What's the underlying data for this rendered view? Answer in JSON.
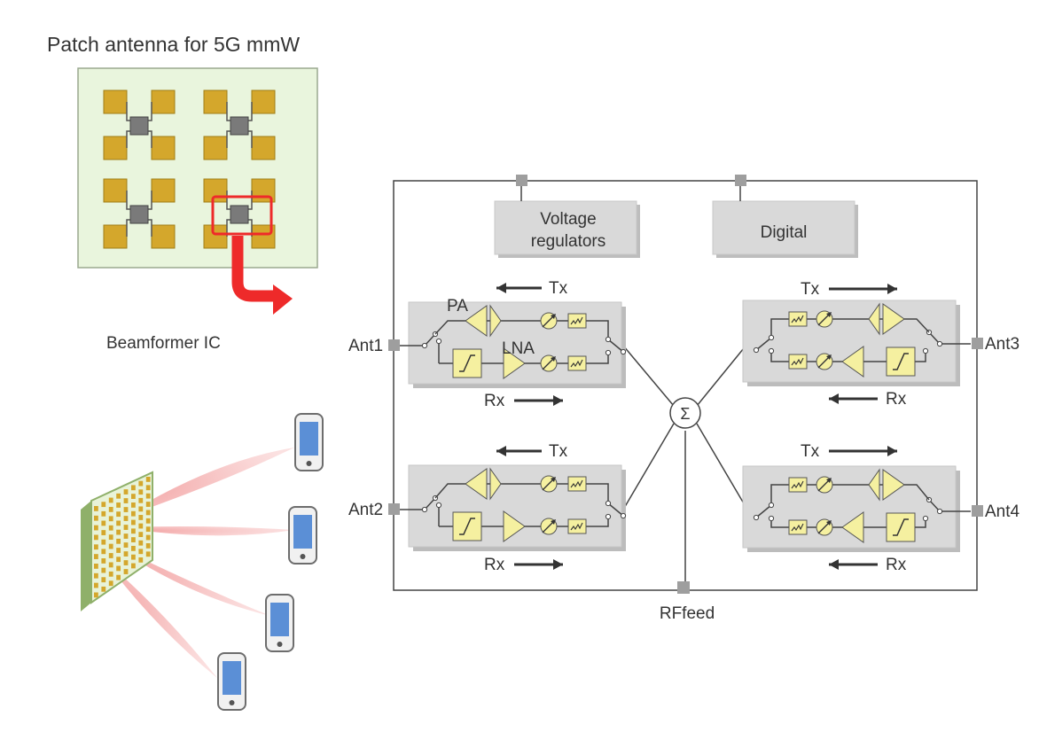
{
  "title": "Patch antenna for 5G mmW",
  "beamformer_label": "Beamformer IC",
  "blocks": {
    "voltage_line1": "Voltage",
    "voltage_line2": "regulators",
    "digital": "Digital"
  },
  "sum_symbol": "Σ",
  "rf_feed": "RFfeed",
  "pa_label": "PA",
  "lna_label": "LNA",
  "channels": [
    {
      "ant": "Ant1",
      "tx": "Tx",
      "rx": "Rx"
    },
    {
      "ant": "Ant2",
      "tx": "Tx",
      "rx": "Rx"
    },
    {
      "ant": "Ant3",
      "tx": "Tx",
      "rx": "Rx"
    },
    {
      "ant": "Ant4",
      "tx": "Tx",
      "rx": "Rx"
    }
  ],
  "colors": {
    "board_bg": "#e9f5dd",
    "patch": "#d4a72c",
    "chip": "#7a7a7a",
    "highlight": "#ee2a2a",
    "block_gray": "#d9d9d9",
    "component_fill": "#f5f0a0",
    "beam": "#f4a6a6",
    "phone_screen": "#5b8fd6"
  },
  "icons": [
    "pa-amplifier-icon",
    "lna-amplifier-icon",
    "phase-shifter-icon",
    "attenuator-icon",
    "filter-icon",
    "switch-icon",
    "summer-icon",
    "smartphone-icon",
    "curved-arrow-icon"
  ]
}
